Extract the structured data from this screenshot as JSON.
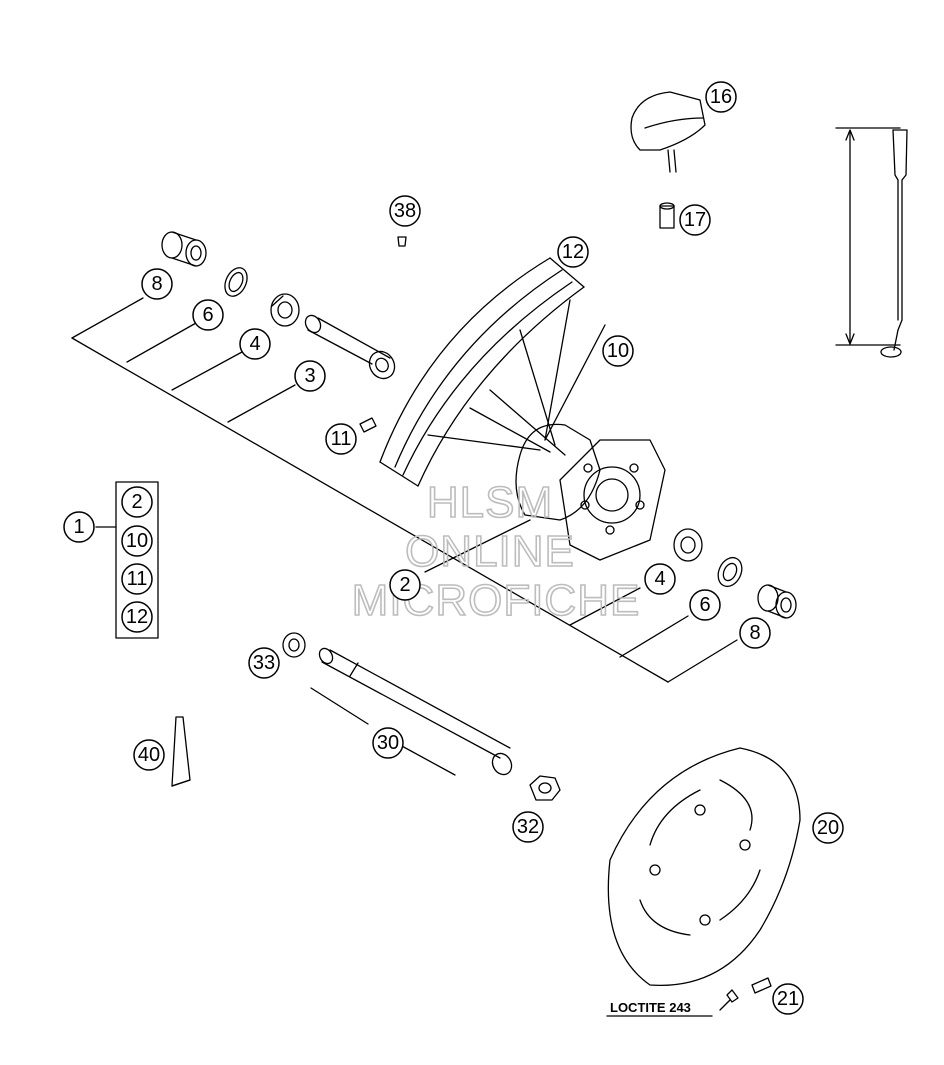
{
  "callouts": [
    "1",
    "2",
    "2",
    "3",
    "4",
    "4",
    "6",
    "6",
    "8",
    "8",
    "10",
    "10",
    "11",
    "11",
    "12",
    "12",
    "16",
    "17",
    "20",
    "21",
    "30",
    "32",
    "33",
    "38",
    "40"
  ],
  "kit_items": [
    "2",
    "10",
    "11",
    "12"
  ],
  "watermark": {
    "line1": "HLSM",
    "line2": "ONLINE",
    "line3": "MICROFICHE",
    "color": "#bdbdbd"
  },
  "note_text": "LOCTITE 243"
}
